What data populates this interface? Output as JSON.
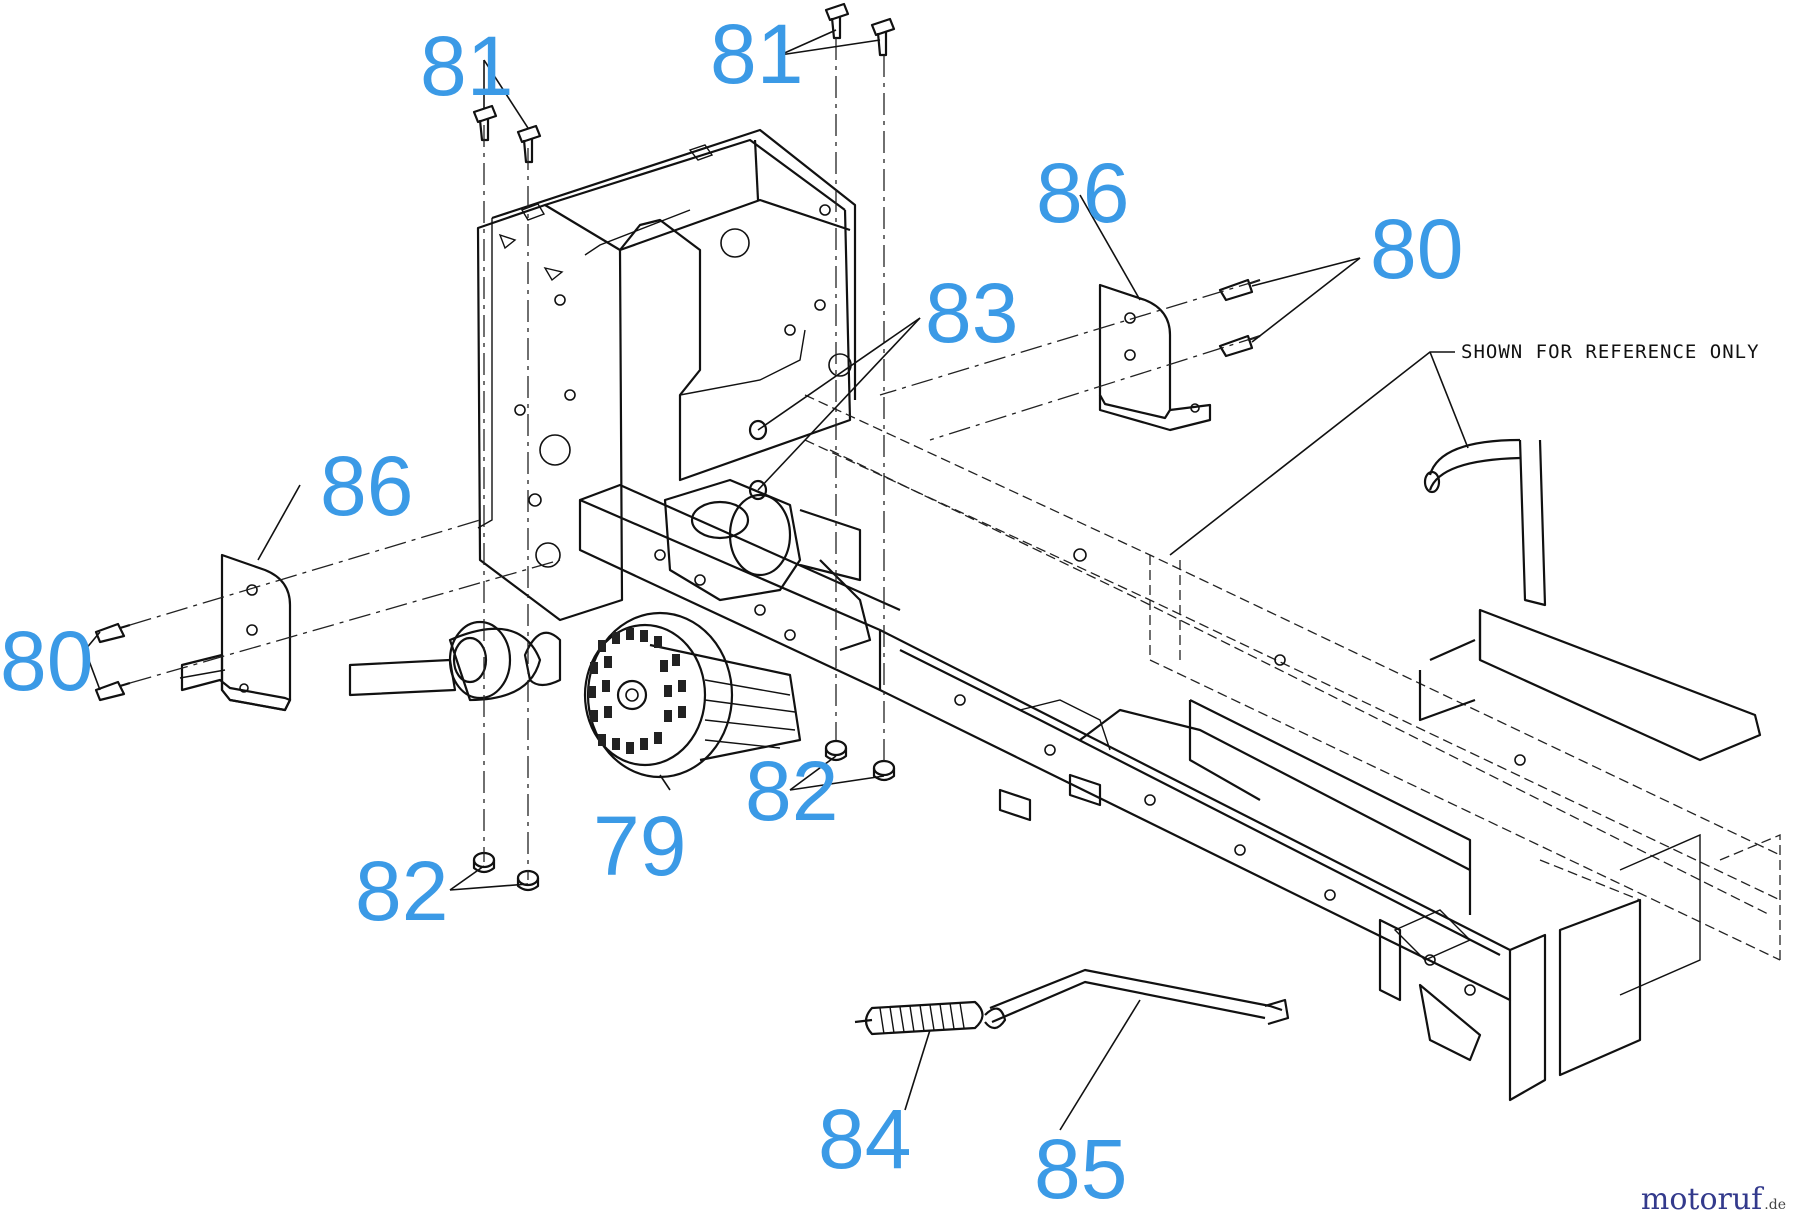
{
  "labels": {
    "l79": "79",
    "l80a": "80",
    "l80b": "80",
    "l81a": "81",
    "l81b": "81",
    "l82a": "82",
    "l82b": "82",
    "l83": "83",
    "l84": "84",
    "l85": "85",
    "l86a": "86",
    "l86b": "86"
  },
  "note": "SHOWN FOR REFERENCE ONLY",
  "watermark": {
    "brand": "motoruf",
    "tld": ".de"
  },
  "colors": {
    "callout": "#3b9ae6",
    "line": "#111111",
    "brand": "#333a8c"
  }
}
